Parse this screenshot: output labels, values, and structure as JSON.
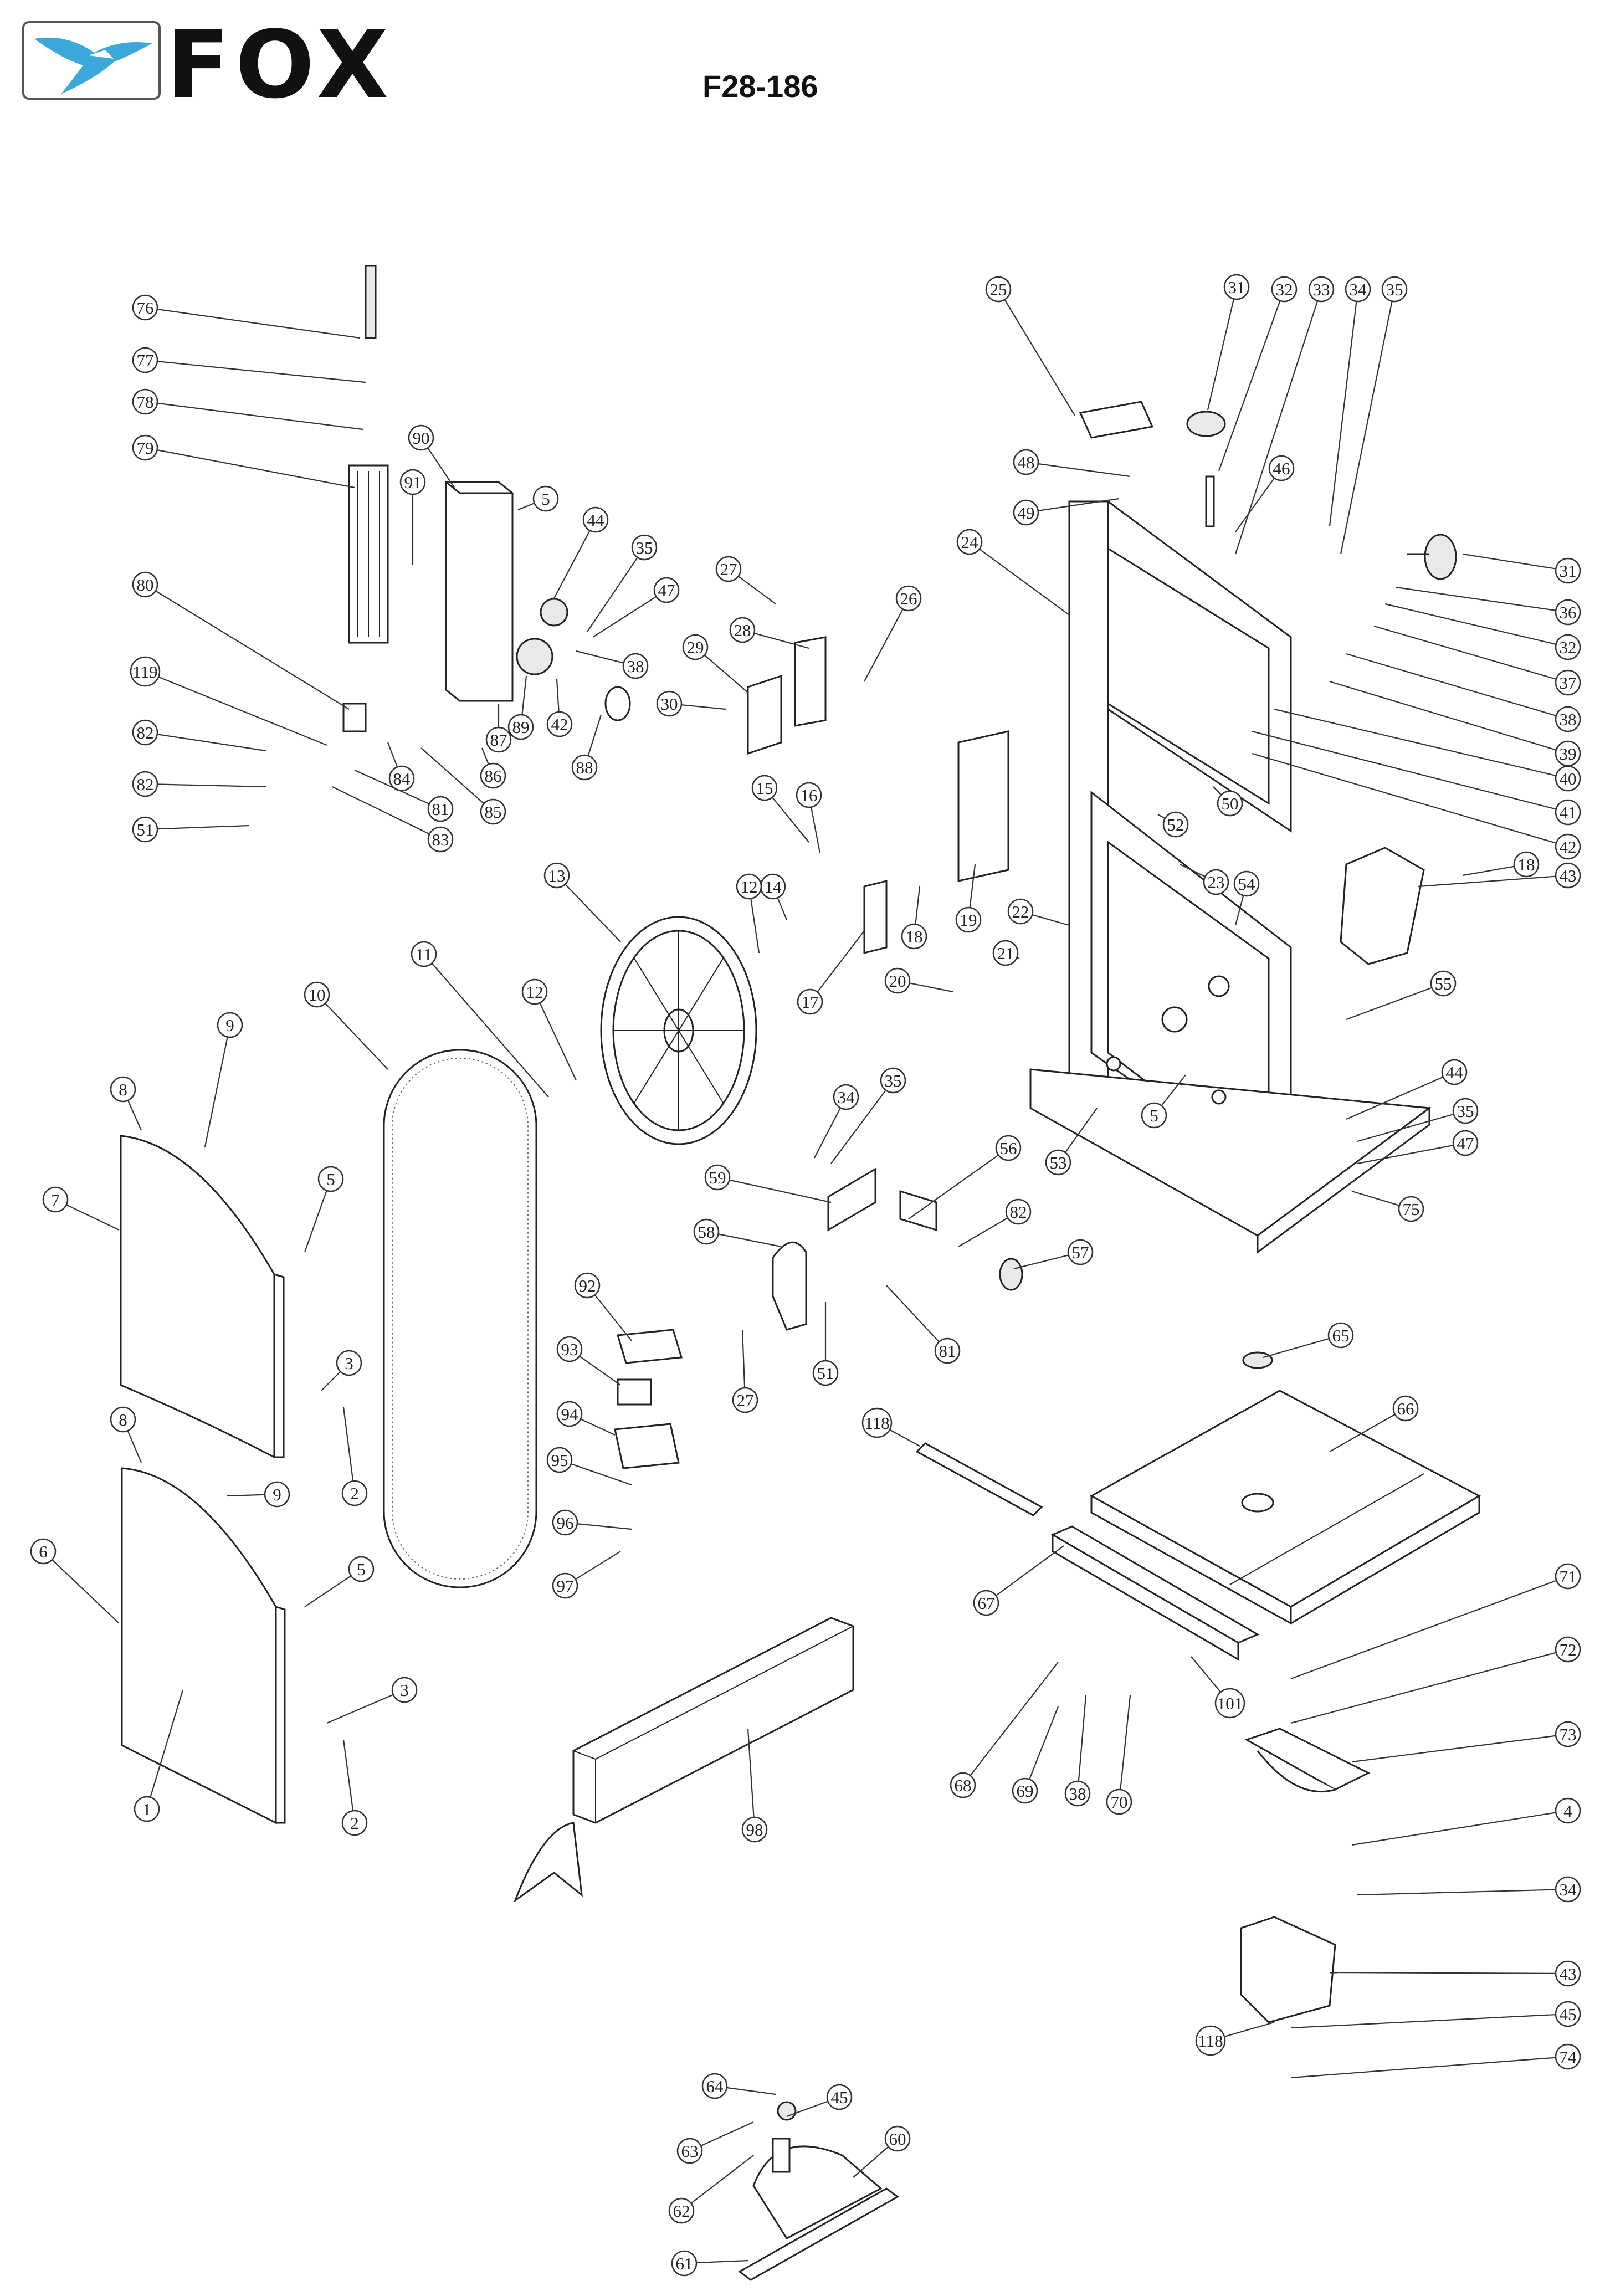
{
  "header": {
    "brand": "FOX",
    "model": "F28-186"
  },
  "colors": {
    "logo_accent": "#3aa8d8",
    "ink": "#222222",
    "background": "#ffffff"
  },
  "icons": [
    "fox-logo-icon"
  ],
  "callout_labels": [
    "1",
    "2",
    "3",
    "4",
    "5",
    "6",
    "7",
    "8",
    "9",
    "10",
    "11",
    "12",
    "13",
    "14",
    "15",
    "16",
    "17",
    "18",
    "19",
    "20",
    "21",
    "22",
    "23",
    "24",
    "25",
    "26",
    "27",
    "28",
    "29",
    "30",
    "31",
    "32",
    "33",
    "34",
    "35",
    "36",
    "37",
    "38",
    "39",
    "40",
    "41",
    "42",
    "43",
    "44",
    "45",
    "46",
    "47",
    "48",
    "49",
    "50",
    "51",
    "52",
    "53",
    "54",
    "55",
    "56",
    "57",
    "58",
    "59",
    "60",
    "61",
    "62",
    "63",
    "64",
    "65",
    "66",
    "67",
    "68",
    "69",
    "70",
    "71",
    "72",
    "73",
    "74",
    "75",
    "76",
    "77",
    "78",
    "79",
    "80",
    "81",
    "82",
    "83",
    "84",
    "85",
    "86",
    "87",
    "88",
    "89",
    "90",
    "91",
    "92",
    "93",
    "94",
    "95",
    "96",
    "97",
    "98",
    "101",
    "118",
    "119"
  ]
}
